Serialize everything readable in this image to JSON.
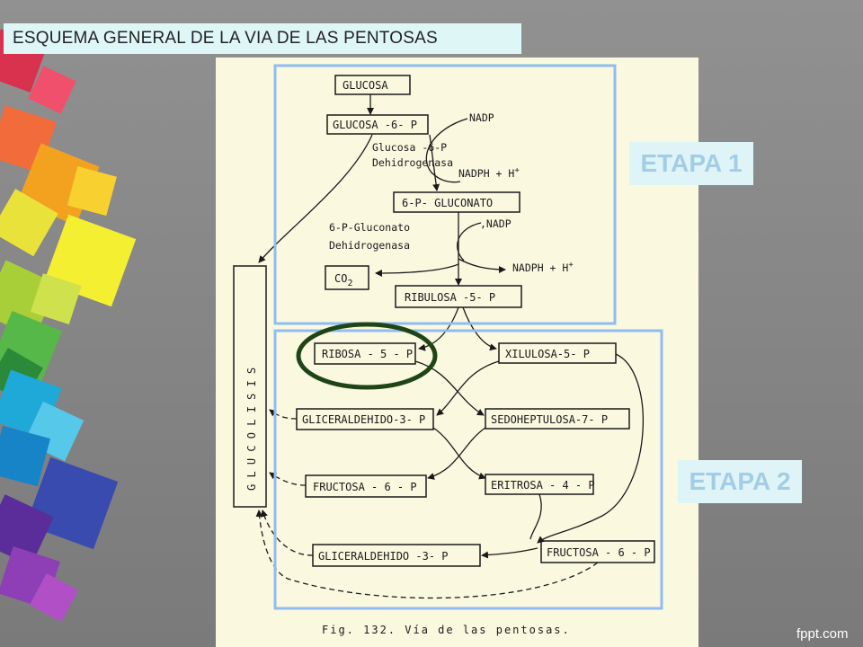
{
  "slide": {
    "title": "ESQUEMA GENERAL DE LA VIA DE LAS PENTOSAS",
    "stage1_label": "ETAPA 1",
    "stage2_label": "ETAPA 2",
    "brand": "fppt.com"
  },
  "diagram": {
    "nodes": {
      "glucosa": "GLUCOSA",
      "glucosa6p": "GLUCOSA -6- P",
      "gluconato": "6-P- GLUCONATO",
      "co2_main": "CO",
      "co2_sub": "2",
      "ribulosa": "RIBULOSA -5- P",
      "ribosa": "RIBOSA - 5 - P",
      "xilulosa": "XILULOSA-5- P",
      "gliceraldehido_a": "GLICERALDEHIDO-3- P",
      "sedoheptulosa": "SEDOHEPTULOSA-7- P",
      "fructosa_a": "FRUCTOSA - 6 - P",
      "eritrosa": "ERITROSA - 4 - P",
      "gliceraldehido_b": "GLICERALDEHIDO -3- P",
      "fructosa_b": "FRUCTOSA - 6 - P",
      "glucolisis": "G L U C O L I S I S"
    },
    "labels": {
      "nadp_1": "NADP",
      "enzyme1_line1": "Glucosa -6-P",
      "enzyme1_line2": "Dehidrogenasa",
      "nadph_1_main": "NADPH + H",
      "nadph_1_sup": "+",
      "enzyme2_line1": "6-P-Gluconato",
      "enzyme2_line2": "Dehidrogenasa",
      "nadp_2": ",NADP",
      "nadph_2_main": "NADPH + H",
      "nadph_2_sup": "+"
    },
    "caption": "Fig. 132. Vía de las pentosas."
  },
  "colors": {
    "stage_frame": "#8fbdf2",
    "highlight_ellipse": "#1f4516",
    "stage_label_text": "#a3cde6",
    "stage_label_bg": "#dff4f6"
  }
}
